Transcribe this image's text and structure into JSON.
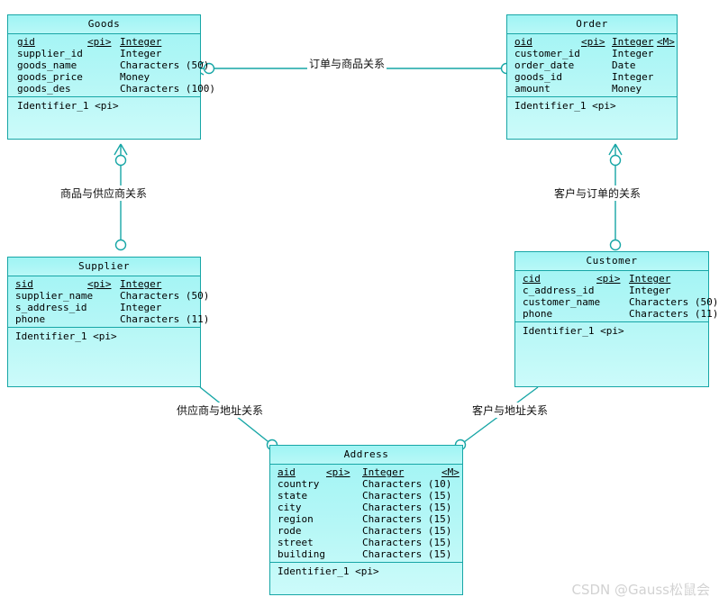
{
  "diagram": {
    "type": "entity-relationship-diagram",
    "notation": "crow's-foot",
    "background_color": "#ffffff",
    "entity_fill_color": "#aaf6f4",
    "entity_border_color": "#17a6a6",
    "link_color": "#17a6a6"
  },
  "entities": [
    {
      "id": "goods",
      "name": "Goods",
      "attributes": [
        {
          "name": "gid",
          "pi": "<pi>",
          "type": "Integer",
          "mandatory": "",
          "key": true
        },
        {
          "name": "supplier_id",
          "pi": "",
          "type": "Integer",
          "mandatory": "",
          "key": false
        },
        {
          "name": "goods_name",
          "pi": "",
          "type": "Characters (50)",
          "mandatory": "",
          "key": false
        },
        {
          "name": "goods_price",
          "pi": "",
          "type": "Money",
          "mandatory": "",
          "key": false
        },
        {
          "name": "goods_des",
          "pi": "",
          "type": "Characters (100)",
          "mandatory": "",
          "key": false
        }
      ],
      "identifier": "Identifier_1  <pi>"
    },
    {
      "id": "order",
      "name": "Order",
      "attributes": [
        {
          "name": "oid",
          "pi": "<pi>",
          "type": "Integer",
          "mandatory": "<M>",
          "key": true
        },
        {
          "name": "customer_id",
          "pi": "",
          "type": "Integer",
          "mandatory": "",
          "key": false
        },
        {
          "name": "order_date",
          "pi": "",
          "type": "Date",
          "mandatory": "",
          "key": false
        },
        {
          "name": "goods_id",
          "pi": "",
          "type": "Integer",
          "mandatory": "",
          "key": false
        },
        {
          "name": "amount",
          "pi": "",
          "type": "Money",
          "mandatory": "",
          "key": false
        }
      ],
      "identifier": "Identifier_1  <pi>"
    },
    {
      "id": "supplier",
      "name": "Supplier",
      "attributes": [
        {
          "name": "sid",
          "pi": "<pi>",
          "type": "Integer",
          "mandatory": "",
          "key": true
        },
        {
          "name": "supplier_name",
          "pi": "",
          "type": "Characters (50)",
          "mandatory": "",
          "key": false
        },
        {
          "name": "s_address_id",
          "pi": "",
          "type": "Integer",
          "mandatory": "",
          "key": false
        },
        {
          "name": "phone",
          "pi": "",
          "type": "Characters (11)",
          "mandatory": "",
          "key": false
        }
      ],
      "identifier": "Identifier_1  <pi>"
    },
    {
      "id": "customer",
      "name": "Customer",
      "attributes": [
        {
          "name": "cid",
          "pi": "<pi>",
          "type": "Integer",
          "mandatory": "",
          "key": true
        },
        {
          "name": "c_address_id",
          "pi": "",
          "type": "Integer",
          "mandatory": "",
          "key": false
        },
        {
          "name": "customer_name",
          "pi": "",
          "type": "Characters (50)",
          "mandatory": "",
          "key": false
        },
        {
          "name": "phone",
          "pi": "",
          "type": "Characters (11)",
          "mandatory": "",
          "key": false
        }
      ],
      "identifier": "Identifier_1  <pi>"
    },
    {
      "id": "address",
      "name": "Address",
      "attributes": [
        {
          "name": "aid",
          "pi": "<pi>",
          "type": "Integer",
          "mandatory": "<M>",
          "key": true
        },
        {
          "name": "country",
          "pi": "",
          "type": "Characters (10)",
          "mandatory": "",
          "key": false
        },
        {
          "name": "state",
          "pi": "",
          "type": "Characters (15)",
          "mandatory": "",
          "key": false
        },
        {
          "name": "city",
          "pi": "",
          "type": "Characters (15)",
          "mandatory": "",
          "key": false
        },
        {
          "name": "region",
          "pi": "",
          "type": "Characters (15)",
          "mandatory": "",
          "key": false
        },
        {
          "name": "rode",
          "pi": "",
          "type": "Characters (15)",
          "mandatory": "",
          "key": false
        },
        {
          "name": "street",
          "pi": "",
          "type": "Characters (15)",
          "mandatory": "",
          "key": false
        },
        {
          "name": "building",
          "pi": "",
          "type": "Characters (15)",
          "mandatory": "",
          "key": false
        }
      ],
      "identifier": "Identifier_1  <pi>"
    }
  ],
  "relationships": [
    {
      "id": "order-goods",
      "label": "订单与商品关系",
      "from": "goods",
      "to": "order"
    },
    {
      "id": "goods-supplier",
      "label": "商品与供应商关系",
      "from": "goods",
      "to": "supplier"
    },
    {
      "id": "customer-order",
      "label": "客户与订单的关系",
      "from": "order",
      "to": "customer"
    },
    {
      "id": "supplier-address",
      "label": "供应商与地址关系",
      "from": "supplier",
      "to": "address"
    },
    {
      "id": "customer-address",
      "label": "客户与地址关系",
      "from": "customer",
      "to": "address"
    }
  ],
  "watermark": {
    "text": "CSDN @Gauss松鼠会"
  }
}
